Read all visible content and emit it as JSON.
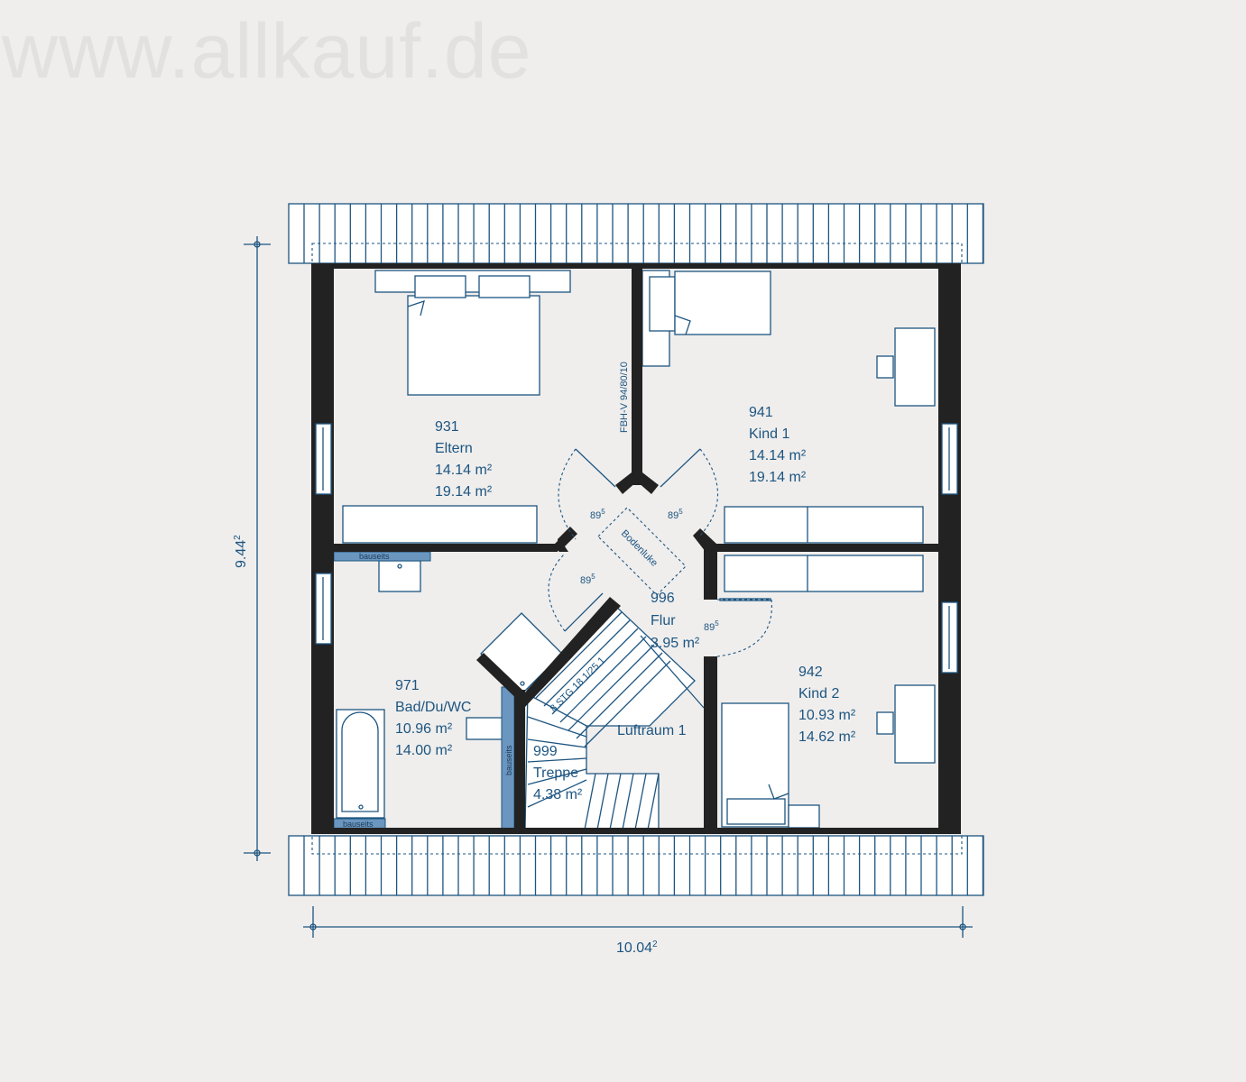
{
  "watermark": "www.allkauf.de",
  "colors": {
    "background": "#efeeed",
    "lines": "#1d5580",
    "walls": "#222222",
    "bauseits": "#6a96bf"
  },
  "dimensions": {
    "height": "9.44",
    "height_sup": "2",
    "width": "10.04",
    "width_sup": "2"
  },
  "window_label": "FBH-V 94/80/10",
  "hatch_label": "Bodenluke",
  "door_width": {
    "value": "89",
    "sup": "5"
  },
  "stair_label": "8 STG 18 1/25.1",
  "bauseits_label": "bauseits",
  "rooms": [
    {
      "id": "931",
      "name": "Eltern",
      "area1": "14.14 m²",
      "area2": "19.14 m²"
    },
    {
      "id": "941",
      "name": "Kind 1",
      "area1": "14.14 m²",
      "area2": "19.14 m²"
    },
    {
      "id": "996",
      "name": "Flur",
      "area1": "3.95 m²"
    },
    {
      "id": "971",
      "name": "Bad/Du/WC",
      "area1": "10.96 m²",
      "area2": "14.00 m²"
    },
    {
      "id": "942",
      "name": "Kind 2",
      "area1": "10.93 m²",
      "area2": "14.62 m²"
    },
    {
      "id": "999",
      "name": "Treppe",
      "area1": "4.38 m²"
    },
    {
      "name": "Luftraum 1"
    }
  ]
}
